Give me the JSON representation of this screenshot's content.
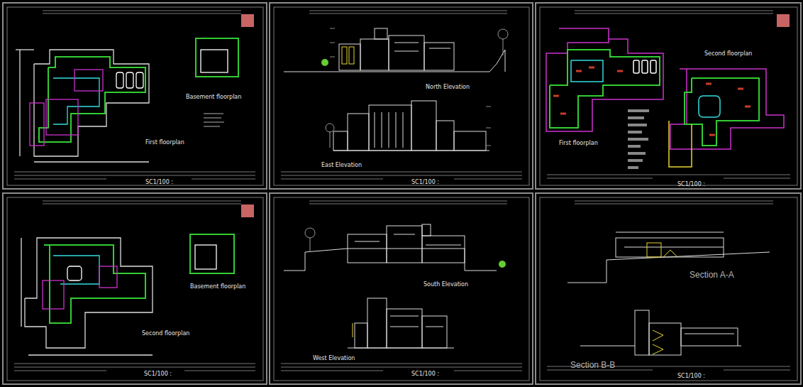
{
  "diagram": {
    "nodes": [
      {
        "text": [
          "Basement floorplan",
          "First floorplan",
          "SC1/100 :"
        ]
      },
      {
        "text": [
          "North Elevation",
          "East Elevation",
          "SC1/100 :"
        ]
      },
      {
        "text": [
          "Second floorplan",
          "First floorplan",
          "SC1/100 :"
        ]
      },
      {
        "text": [
          "Basement floorplan",
          "Second floorplan",
          "SC1/100 :"
        ]
      },
      {
        "text": [
          "South Elevation",
          "West Elevation",
          "SC1/100 :"
        ]
      },
      {
        "text": [
          "Section A-A",
          "Section B-B",
          "SC1/100 :"
        ]
      }
    ]
  }
}
